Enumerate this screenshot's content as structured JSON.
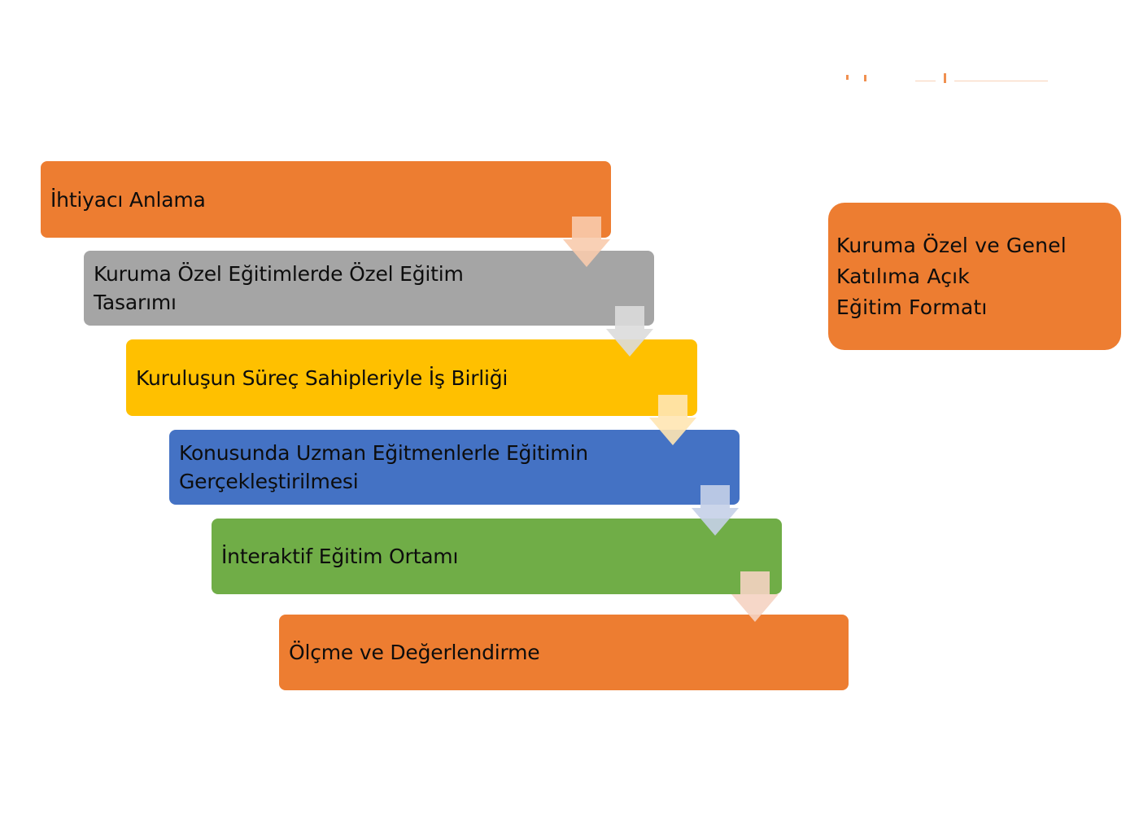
{
  "diagram": {
    "type": "staggered-process-flow",
    "steps": [
      {
        "label": "İhtiyacı Anlama",
        "color": "#ed7d31"
      },
      {
        "label": "Kuruma Özel Eğitimlerde Özel Eğitim\nTasarımı",
        "color": "#a5a5a5"
      },
      {
        "label": "Kuruluşun Süreç Sahipleriyle İş Birliği",
        "color": "#ffc000"
      },
      {
        "label": "Konusunda Uzman Eğitmenlerle Eğitimin\nGerçekleştirilmesi",
        "color": "#4472c4"
      },
      {
        "label": "İnteraktif Eğitim Ortamı",
        "color": "#70ad47"
      },
      {
        "label": "Ölçme ve Değerlendirme",
        "color": "#ed7d31"
      }
    ],
    "connectors": [
      {
        "from": 0,
        "to": 1,
        "icon": "down-arrow-icon",
        "color": "#f8cbad"
      },
      {
        "from": 1,
        "to": 2,
        "icon": "down-arrow-icon",
        "color": "#dbdbdb"
      },
      {
        "from": 2,
        "to": 3,
        "icon": "down-arrow-icon",
        "color": "#ffe6b3"
      },
      {
        "from": 3,
        "to": 4,
        "icon": "down-arrow-icon",
        "color": "#c5d0e8"
      },
      {
        "from": 4,
        "to": 5,
        "icon": "down-arrow-icon",
        "color": "#f5d3c2"
      }
    ],
    "side_box": {
      "label": "Kuruma Özel ve Genel\nKatılıma Açık\nEğitim Formatı",
      "color": "#ed7d31"
    }
  }
}
